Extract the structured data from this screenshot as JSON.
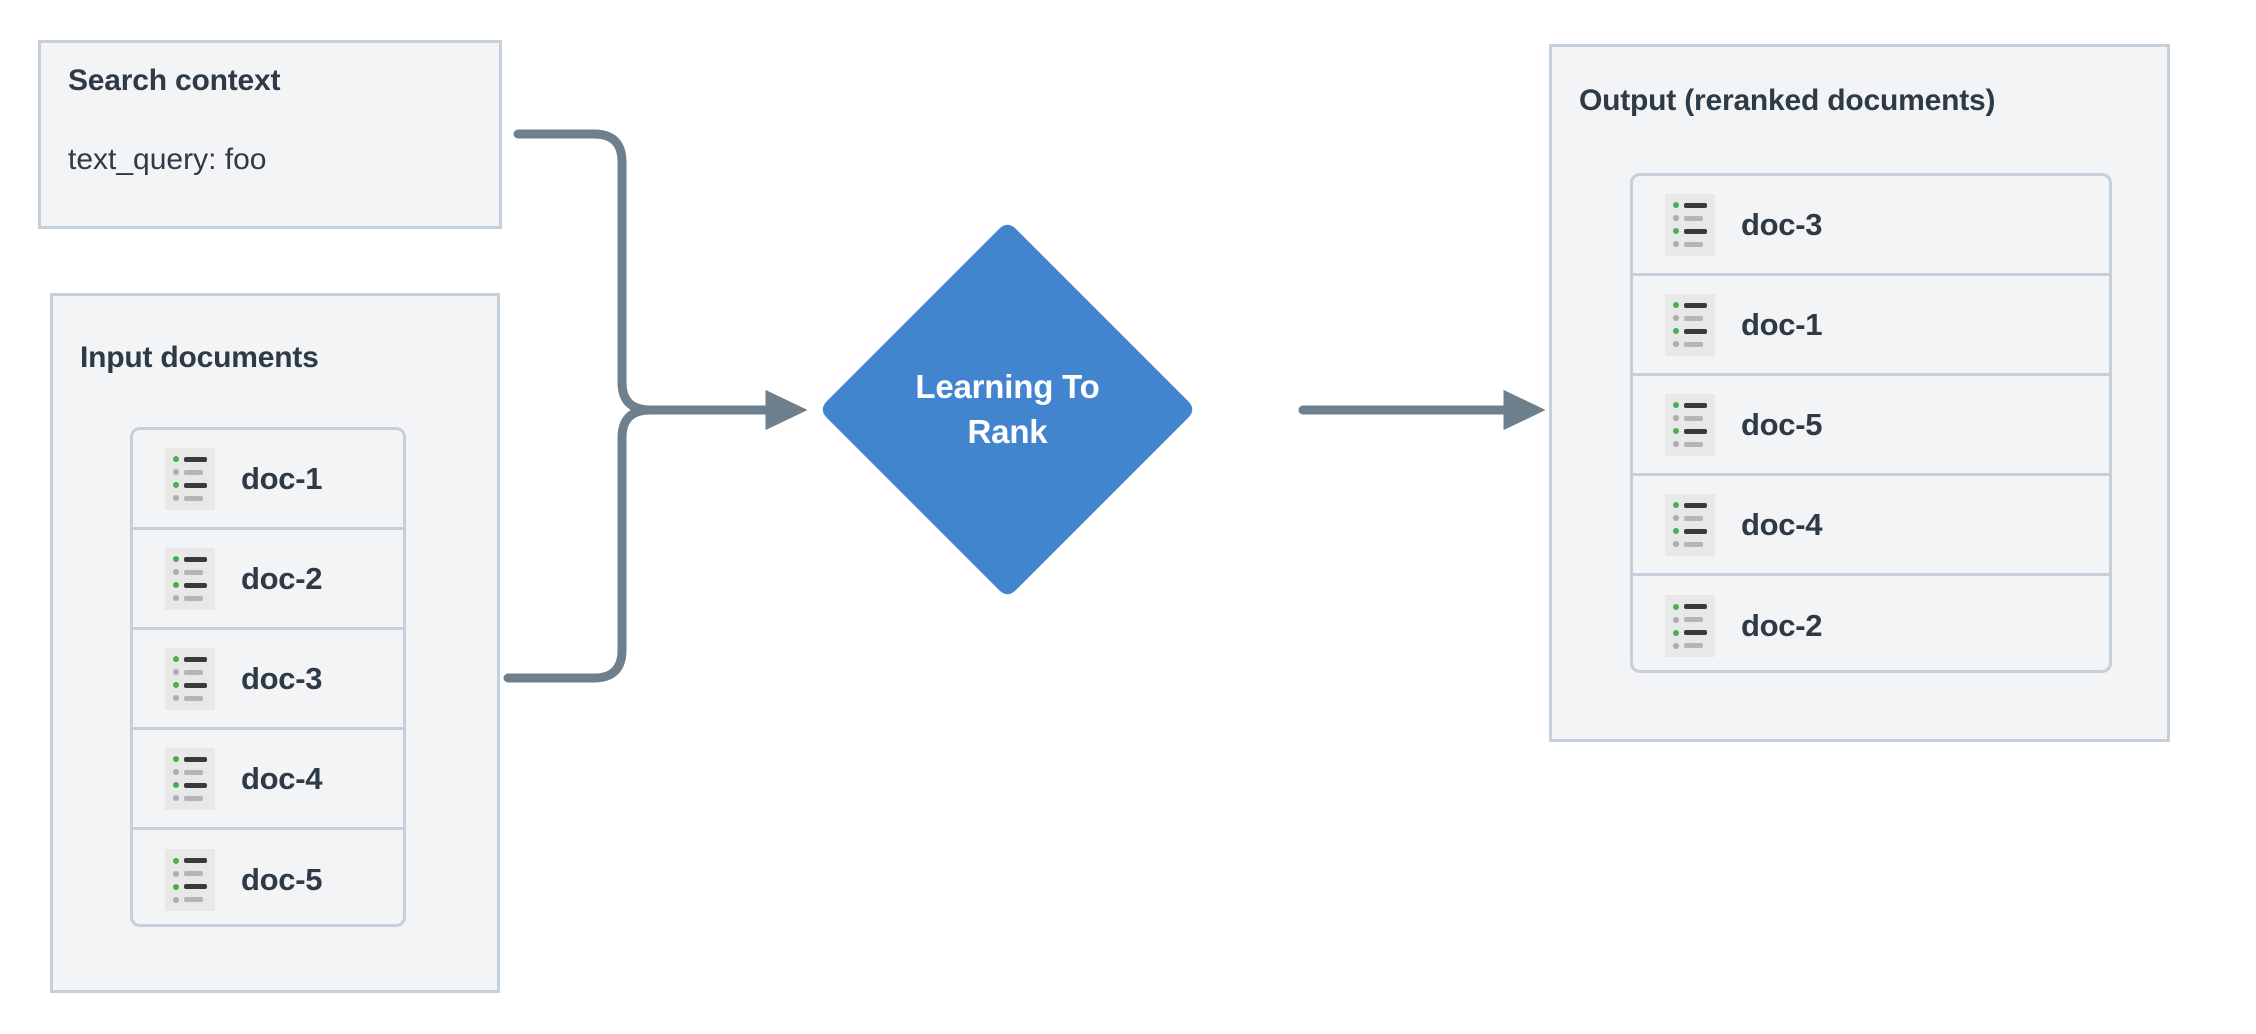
{
  "diagram": {
    "title": "Learning To Rank reranking flow",
    "background_color": "#ffffff",
    "panel_fill": "#f2f4f6",
    "panel_border": "#c5d0da",
    "text_color": "#2e3a45",
    "accent_color": "#4285ce",
    "connector_color": "#6e7f8d",
    "icon_dot_green": "#4caf50",
    "icon_dot_grey": "#adadad"
  },
  "search_context": {
    "title": "Search context",
    "query_label": "text_query: foo"
  },
  "input_documents": {
    "title": "Input documents",
    "items": [
      {
        "label": "doc-1",
        "icon": "document-list-icon"
      },
      {
        "label": "doc-2",
        "icon": "document-list-icon"
      },
      {
        "label": "doc-3",
        "icon": "document-list-icon"
      },
      {
        "label": "doc-4",
        "icon": "document-list-icon"
      },
      {
        "label": "doc-5",
        "icon": "document-list-icon"
      }
    ]
  },
  "ltr_node": {
    "label": "Learning To Rank",
    "line1": "Learning To",
    "line2": "Rank",
    "shape": "diamond",
    "fill": "#4285ce"
  },
  "output_documents": {
    "title": "Output (reranked documents)",
    "items": [
      {
        "label": "doc-3",
        "icon": "document-list-icon"
      },
      {
        "label": "doc-1",
        "icon": "document-list-icon"
      },
      {
        "label": "doc-5",
        "icon": "document-list-icon"
      },
      {
        "label": "doc-4",
        "icon": "document-list-icon"
      },
      {
        "label": "doc-2",
        "icon": "document-list-icon"
      }
    ]
  },
  "connectors": [
    {
      "name": "search-context-to-ltr",
      "from": "search_context",
      "to": "ltr_node",
      "style": "elbow-arrow"
    },
    {
      "name": "input-documents-to-ltr",
      "from": "input_documents",
      "to": "ltr_node",
      "style": "elbow-arrow"
    },
    {
      "name": "ltr-to-output",
      "from": "ltr_node",
      "to": "output_documents",
      "style": "straight-arrow"
    }
  ]
}
